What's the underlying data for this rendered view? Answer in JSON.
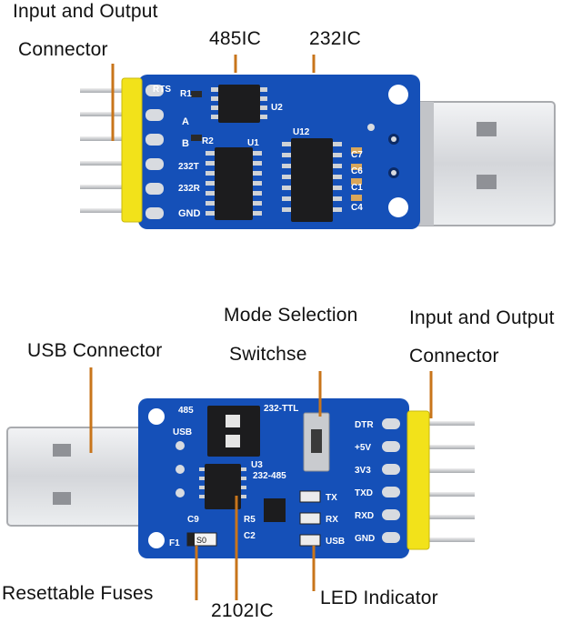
{
  "callouts": {
    "top_connector_line1": "Input and Output",
    "top_connector_line2": "Connector",
    "ic485": "485IC",
    "ic232": "232IC",
    "mode_line1": "Mode Selection",
    "mode_line2": "Switchse",
    "bottom_connector_line1": "Input and Output",
    "bottom_connector_line2": "Connector",
    "usb_connector": "USB Connector",
    "fuses": "Resettable Fuses",
    "ic2102": "2102IC",
    "led": "LED Indicator"
  },
  "top_board": {
    "pins": [
      "RTS",
      "A",
      "B",
      "232T",
      "232R",
      "GND"
    ],
    "parts": [
      "R1",
      "U2",
      "R2",
      "U1",
      "U12",
      "C7",
      "C6",
      "C1",
      "C4"
    ]
  },
  "bottom_board": {
    "mode_labels": [
      "485",
      "232-TTL",
      "232-485"
    ],
    "pins": [
      "DTR",
      "+5V",
      "3V3",
      "TXD",
      "RXD",
      "GND"
    ],
    "parts": [
      "USB",
      "U3",
      "C9",
      "R5",
      "C2",
      "F1",
      "S0"
    ],
    "leds": [
      "TX",
      "RX",
      "USB"
    ]
  },
  "colors": {
    "pcb": "#1550b8",
    "pcb_dark": "#0f3f93",
    "header": "#f2e21a",
    "pin": "#cfd2d6",
    "usb_metal": "#dcdde0",
    "leader": "#c8751b"
  }
}
